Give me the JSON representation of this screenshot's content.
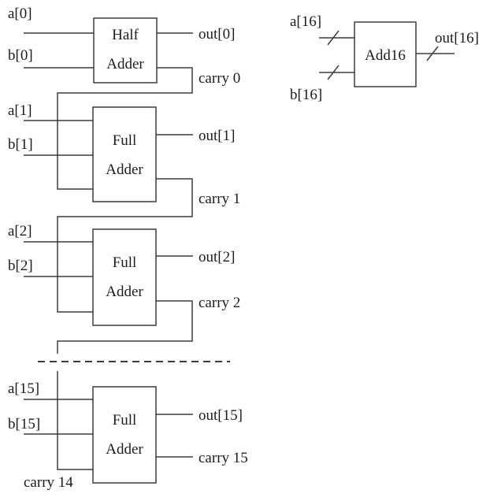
{
  "diagram": {
    "kind": "ripple-carry-adder-schematic",
    "colors": {
      "line": "#3d3d3d",
      "text": "#1c1c1c",
      "background": "#ffffff"
    },
    "stages": [
      {
        "type": "half-adder",
        "block_line1": "Half",
        "block_line2": "Adder",
        "a": "a[0]",
        "b": "b[0]",
        "out": "out[0]",
        "carry": "carry 0"
      },
      {
        "type": "full-adder",
        "block_line1": "Full",
        "block_line2": "Adder",
        "a": "a[1]",
        "b": "b[1]",
        "out": "out[1]",
        "carry": "carry 1"
      },
      {
        "type": "full-adder",
        "block_line1": "Full",
        "block_line2": "Adder",
        "a": "a[2]",
        "b": "b[2]",
        "out": "out[2]",
        "carry": "carry 2"
      },
      {
        "type": "full-adder",
        "block_line1": "Full",
        "block_line2": "Adder",
        "a": "a[15]",
        "b": "b[15]",
        "out": "out[15]",
        "carry": "carry 15",
        "carry_in": "carry 14"
      }
    ],
    "add16": {
      "block_label": "Add16",
      "a": "a[16]",
      "b": "b[16]",
      "out": "out[16]"
    }
  }
}
